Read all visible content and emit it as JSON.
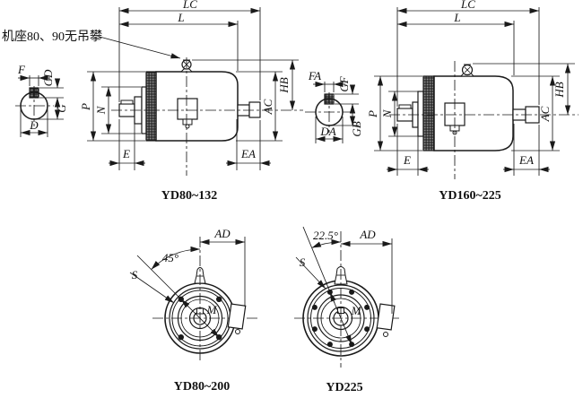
{
  "figure": {
    "annotation": {
      "text": "机座80、90无吊攀"
    },
    "side_view_small": {
      "caption": "YD80~132",
      "dims": {
        "LC": "LC",
        "L": "L",
        "P": "P",
        "N": "N",
        "E": "E",
        "EA": "EA",
        "AC": "AC",
        "HB": "HB"
      },
      "shaft_end": {
        "F": "F",
        "GD": "GD",
        "G": "G",
        "D": "D"
      }
    },
    "side_view_large": {
      "caption": "YD160~225",
      "dims": {
        "LC": "LC",
        "L": "L",
        "P": "P",
        "N": "N",
        "E": "E",
        "EA": "EA",
        "AC": "AC",
        "HB": "HB"
      },
      "shaft_end": {
        "FA": "FA",
        "GF": "GF",
        "GB": "GB",
        "DA": "DA"
      }
    },
    "front_view_small": {
      "caption": "YD80~200",
      "angle": "45°",
      "dims": {
        "AD": "AD",
        "S": "S",
        "M": "M"
      }
    },
    "front_view_large": {
      "caption": "YD225",
      "angle": "22.5°",
      "dims": {
        "AD": "AD",
        "S": "S",
        "M": "M"
      }
    }
  }
}
